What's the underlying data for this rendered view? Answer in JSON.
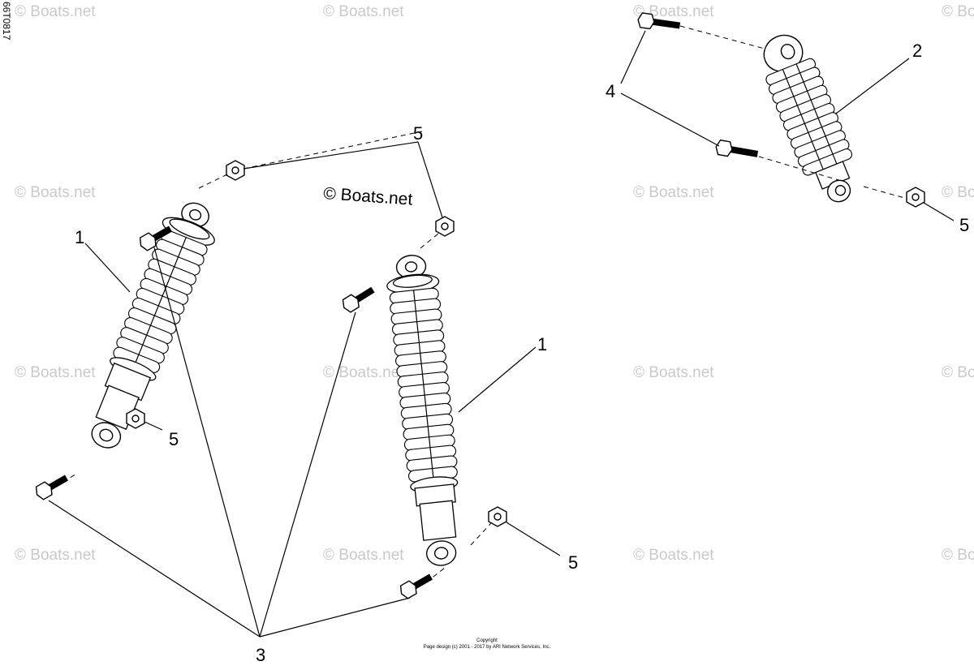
{
  "diagram": {
    "drawing_code": "66T0817",
    "watermark_main": "© Boats.net",
    "watermark": "© Boats.net",
    "copyright_line1": "Copyright",
    "copyright_line2": "Page design (c) 2001 - 2017 by ARI Network Services, Inc.",
    "callouts": {
      "shock_left": "1",
      "shock_center": "1",
      "shock_right": "2",
      "bolt_group": "3",
      "bolt_pair": "4",
      "nut_top": "5",
      "nut_left": "5",
      "nut_bottom": "5",
      "nut_right": "5"
    }
  }
}
